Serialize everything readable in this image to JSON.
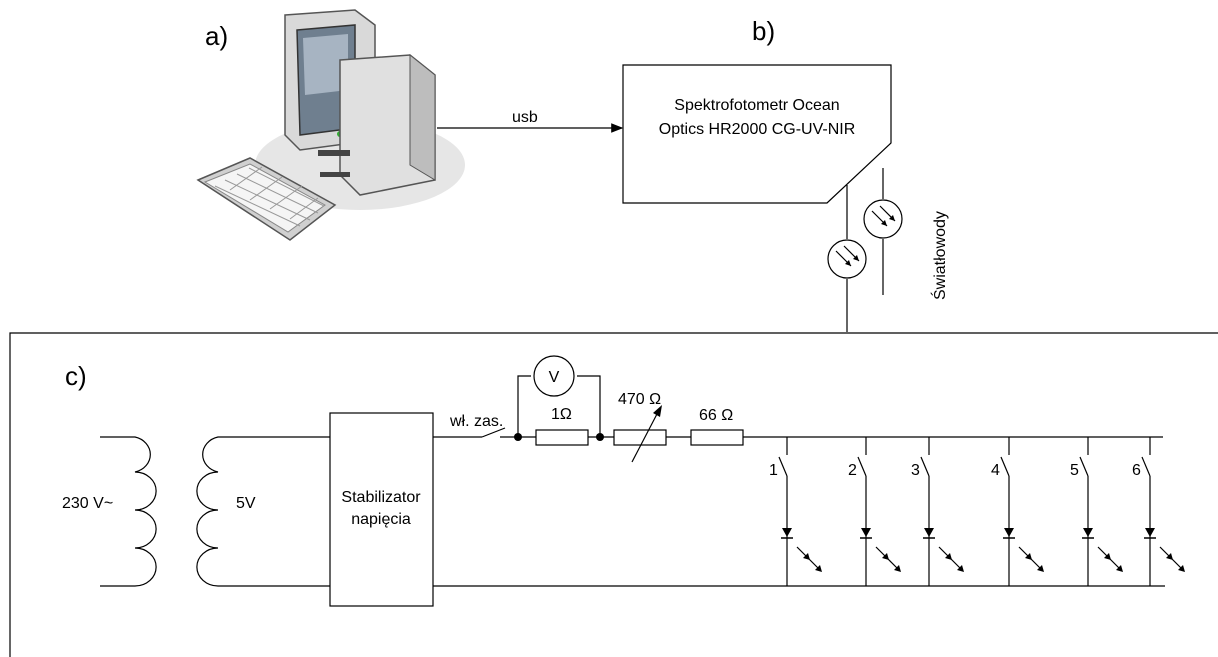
{
  "labels": {
    "section_a": "a)",
    "section_b": "b)",
    "section_c": "c)",
    "usb": "usb",
    "spectrometer_line1": "Spektrofotometr Ocean",
    "spectrometer_line2": "Optics HR2000 CG-UV-NIR",
    "fibers": "Światłowody",
    "mains_voltage": "230 V~",
    "secondary_voltage": "5V",
    "stabilizer_line1": "Stabilizator",
    "stabilizer_line2": "napięcia",
    "power_switch": "wł. zas.",
    "voltmeter": "V",
    "resistor_1": "1Ω",
    "potentiometer": "470 Ω",
    "resistor_2": "66 Ω"
  },
  "led_channels": [
    "1",
    "2",
    "3",
    "4",
    "5",
    "6"
  ],
  "colors": {
    "line": "#000000",
    "computer_case": "#d9d9d9",
    "screen": "#6f7f8f",
    "shadow": "#e6e6e6"
  }
}
